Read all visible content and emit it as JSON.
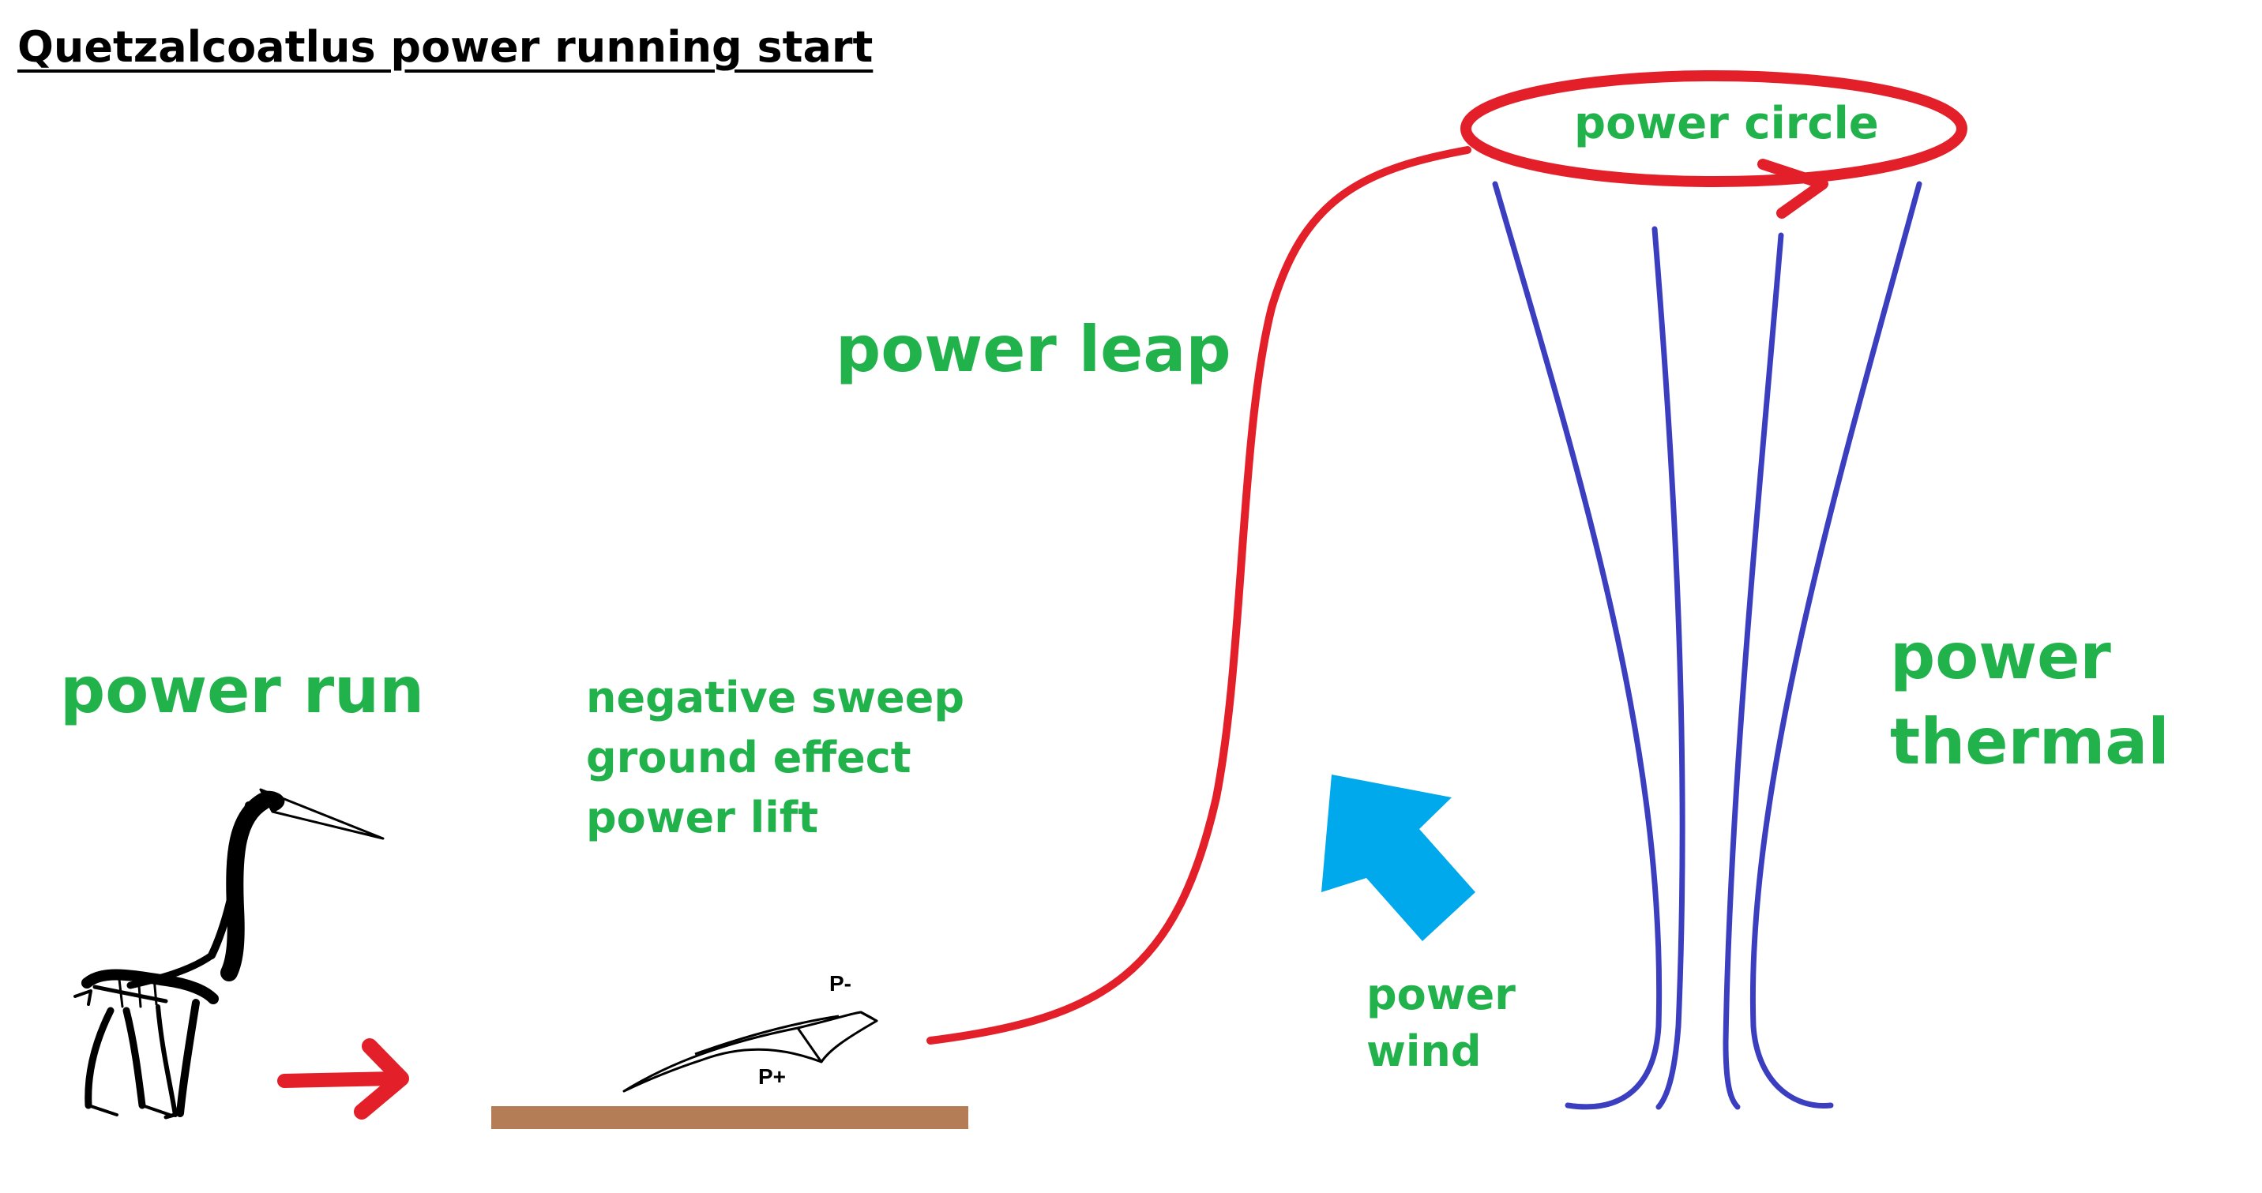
{
  "title": "Quetzalcoatlus power running start",
  "labels": {
    "power_circle": "power circle",
    "power_leap": "power leap",
    "power_run": "power run",
    "negative_sweep": "negative sweep",
    "ground_effect": "ground effect",
    "power_lift": "power lift",
    "power_wind_1": "power",
    "power_wind_2": "wind",
    "power_thermal_1": "power",
    "power_thermal_2": "thermal",
    "p_minus": "P-",
    "p_plus": "P+"
  },
  "colors": {
    "text_green": "#22b24c",
    "path_red": "#e3202a",
    "thermal_blue": "#3b3fbf",
    "wind_arrow": "#00a8ec",
    "ground": "#b57d55",
    "black": "#000000"
  },
  "icons": {
    "pterosaur": "quetzalcoatlus-skeleton-icon",
    "run_arrow": "red-arrow-icon",
    "wing": "wing-profile-icon",
    "wind_arrow": "blue-arrow-icon"
  }
}
